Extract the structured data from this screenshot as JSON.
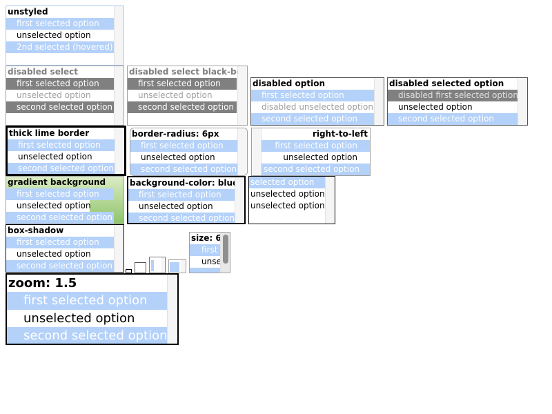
{
  "unstyled": {
    "label": "unstyled",
    "options": [
      "first selected option",
      "unselected option",
      "2nd selected (hovered)"
    ]
  },
  "disabled_select": {
    "label": "disabled select",
    "options": [
      "first selected option",
      "unselected option",
      "second selected option"
    ]
  },
  "disabled_select_black_bg": {
    "label": "disabled select black-bg",
    "options": [
      "first selected option",
      "unselected option",
      "second selected option"
    ]
  },
  "disabled_option": {
    "label": "disabled option",
    "options": [
      "first selected option",
      "disabled unselected option",
      "second selected option"
    ]
  },
  "disabled_selected_option": {
    "label": "disabled selected option",
    "options": [
      "disabled first selected option",
      "unselected option",
      "second selected option"
    ]
  },
  "thick_lime_border": {
    "label": "thick lime border",
    "options": [
      "first selected option",
      "unselected option",
      "second selected option"
    ]
  },
  "border_radius": {
    "label": "border-radius: 6px",
    "options": [
      "first selected option",
      "unselected option",
      "second selected option"
    ]
  },
  "right_to_left": {
    "label": "right-to-left",
    "options": [
      "first selected option",
      "unselected option",
      "second selected option"
    ]
  },
  "gradient_background": {
    "label": "gradient background",
    "options": [
      "first selected option",
      "unselected option",
      "second selected option"
    ]
  },
  "background_color_blue": {
    "label": "background-color: blue",
    "options": [
      "first selected option",
      "unselected option",
      "second selected option"
    ]
  },
  "no_label": {
    "options": [
      "selected option",
      "unselected option",
      "unselected option"
    ]
  },
  "box_shadow": {
    "label": "box-shadow",
    "options": [
      "first selected option",
      "unselected option",
      "second selected option"
    ]
  },
  "size_6": {
    "label": "size: 6",
    "options": [
      "first",
      "unse"
    ]
  },
  "zoom": {
    "label": "zoom: 1.5",
    "options": [
      "first selected option",
      "unselected option",
      "second selected option"
    ]
  },
  "colors": {
    "selected_bg": "#b4d1f9",
    "disabled_selected_bg": "#808080",
    "focus_border": "#a7c7ec"
  }
}
